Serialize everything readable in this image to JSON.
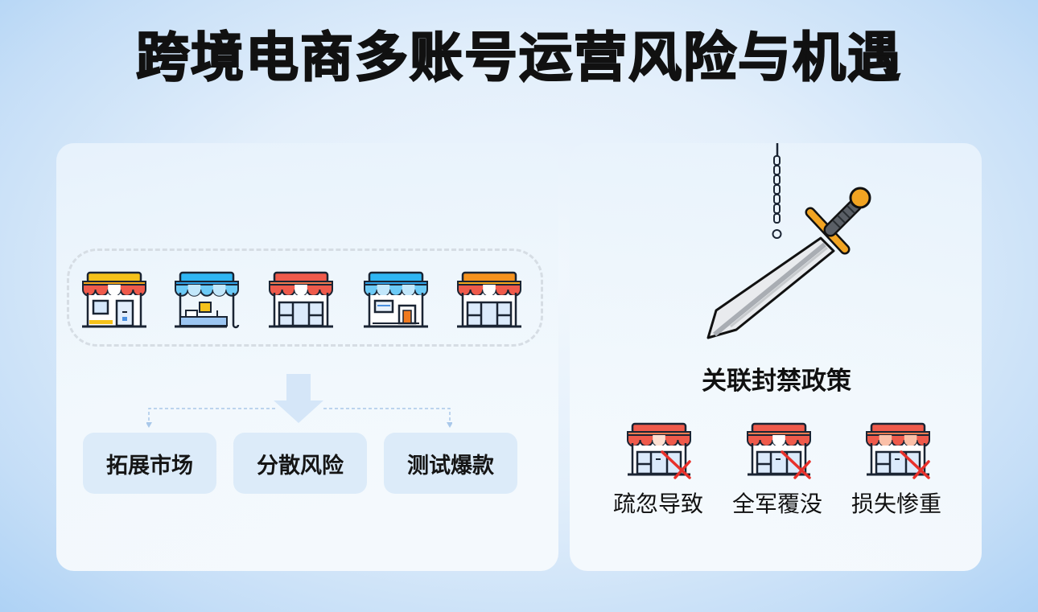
{
  "title": "跨境电商多账号运营风险与机遇",
  "left_panel": {
    "stores": [
      {
        "name": "store-yellow",
        "awning_top": "#f5c21a",
        "stripe": "#ef5a4b",
        "variant": "window-door"
      },
      {
        "name": "store-blue-counter",
        "awning_top": "#2fb6f3",
        "stripe": "#5cc6f5",
        "variant": "counter"
      },
      {
        "name": "store-red",
        "awning_top": "#ef5a4b",
        "stripe": "#ef5a4b",
        "variant": "double-door"
      },
      {
        "name": "store-blue-window",
        "awning_top": "#2fb6f3",
        "stripe": "#5cc6f5",
        "variant": "window-orange-door"
      },
      {
        "name": "store-orange",
        "awning_top": "#f5921e",
        "stripe": "#ef5a4b",
        "variant": "double-door"
      }
    ],
    "benefits": [
      "拓展市场",
      "分散风险",
      "测试爆款"
    ]
  },
  "right_panel": {
    "policy_title": "关联封禁政策",
    "consequences": [
      "疏忽导致",
      "全军覆没",
      "损失惨重"
    ]
  },
  "colors": {
    "outline": "#1a2433",
    "awning_red": "#ef5a4b",
    "cross_red": "#e8302a",
    "benefit_bg": "#dcebf9",
    "sword_gold": "#f2a422"
  }
}
